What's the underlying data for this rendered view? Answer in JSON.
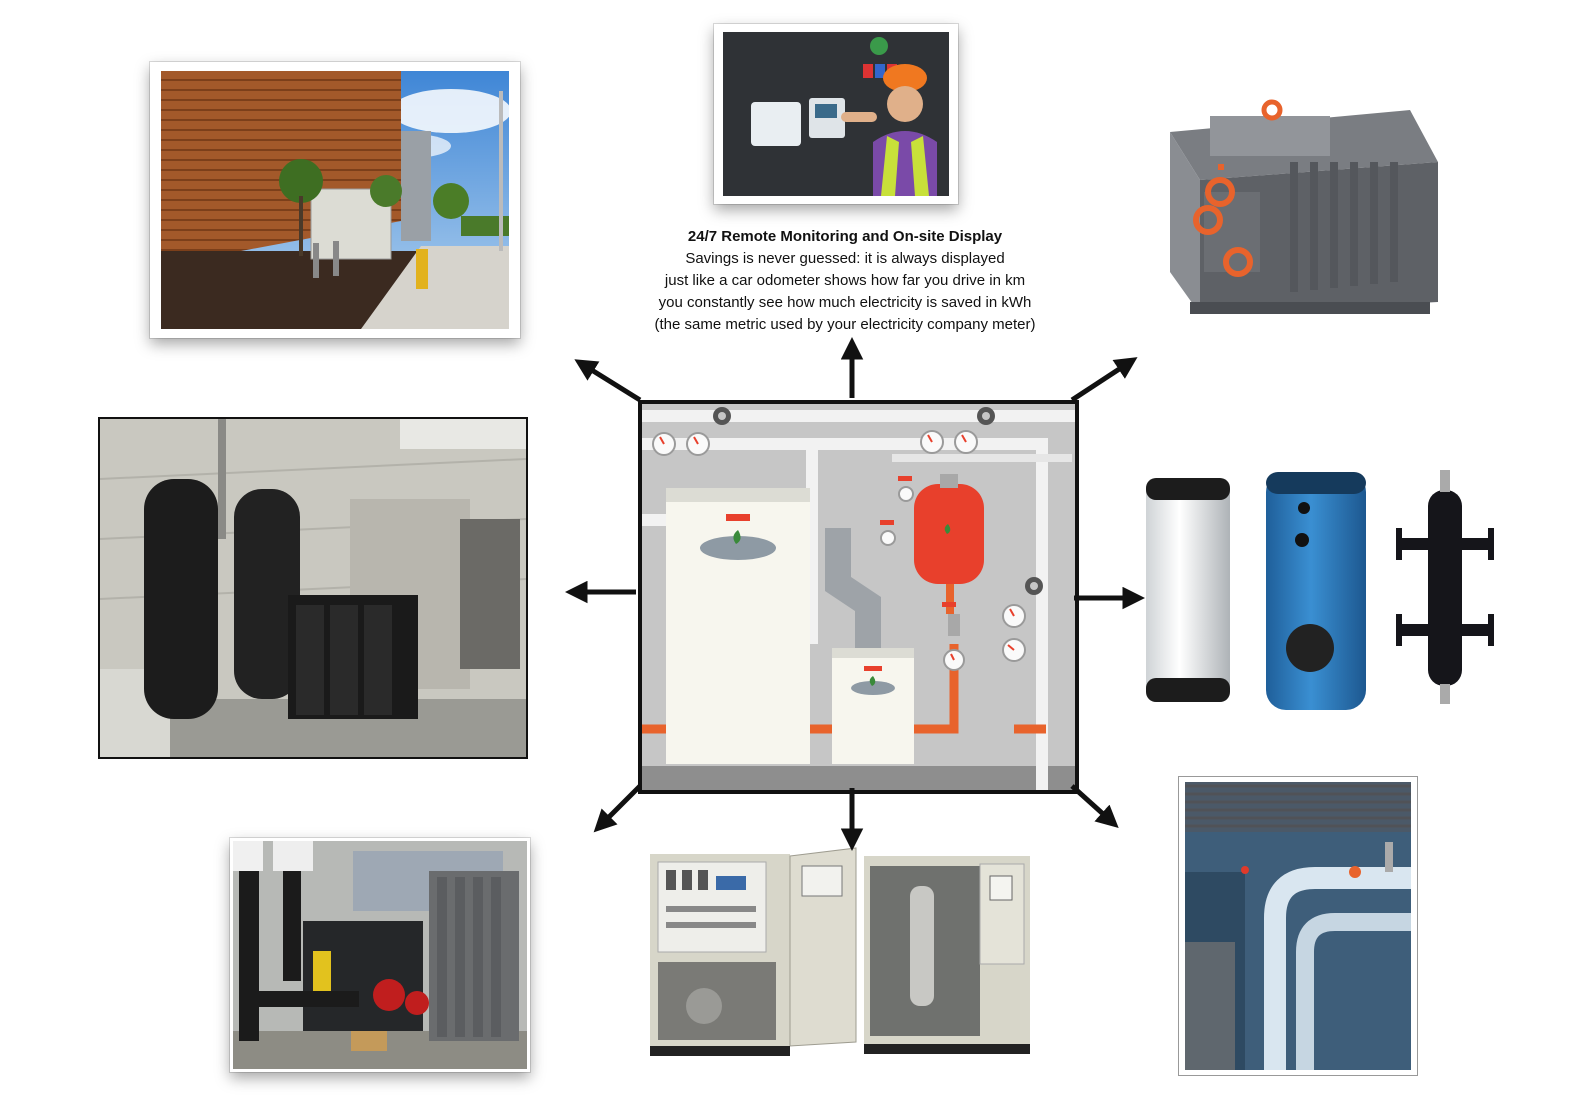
{
  "caption": {
    "title": "24/7 Remote Monitoring and On-site Display",
    "lines": [
      "Savings is never guessed: it is always displayed",
      "just like a car odometer shows how far you drive in km",
      "you constantly see how much electricity is saved in kWh",
      "(the same metric used by your electricity company meter)"
    ]
  },
  "colors": {
    "arrow": "#111111",
    "boiler_red": "#e8402c",
    "pipe_orange": "#e8632c",
    "tank_blue": "#2f7fc1",
    "wood": "#a0582a",
    "sky": "#5a9ad8",
    "grass": "#5b8a2e"
  },
  "icons": [
    "gear-icon",
    "gauge-icon",
    "valve-icon",
    "leaf-icon",
    "arrow-icon"
  ]
}
